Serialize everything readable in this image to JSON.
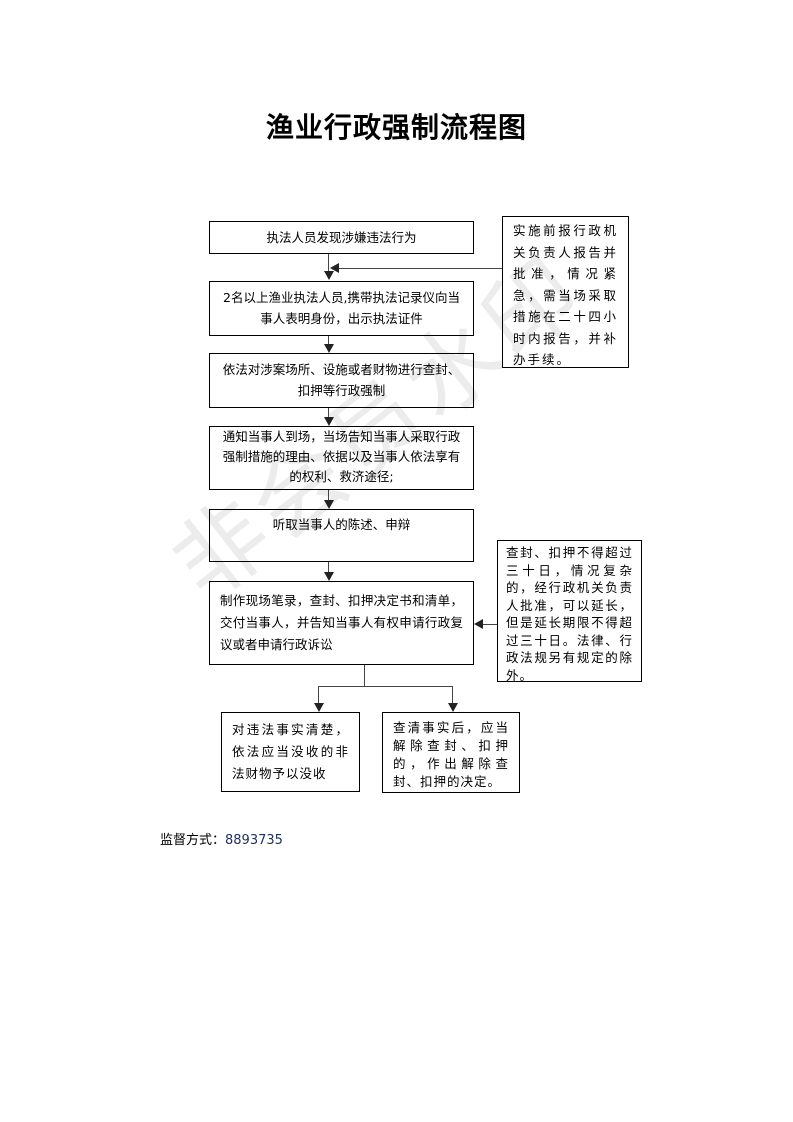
{
  "title": "渔业行政强制流程图",
  "watermark": "非会员水印",
  "steps": [
    {
      "text": "执法人员发现涉嫌违法行为"
    },
    {
      "text": "2名以上渔业执法人员,携带执法记录仪向当事人表明身份，出示执法证件"
    },
    {
      "text": "依法对涉案场所、设施或者财物进行查封、扣押等行政强制"
    },
    {
      "text": "通知当事人到场，当场告知当事人采取行政强制措施的理由、依据以及当事人依法享有的权利、救济途径;"
    },
    {
      "text": "听取当事人的陈述、申辩"
    },
    {
      "text": "制作现场笔录，查封、扣押决定书和清单，交付当事人，并告知当事人有权申请行政复议或者申请行政诉讼"
    }
  ],
  "side_notes": [
    {
      "text": "实施前报行政机关负责人报告并批准，情况紧急，需当场采取措施在二十四小时内报告，并补办手续。"
    },
    {
      "text": "查封、扣押不得超过三十日，情况复杂的，经行政机关负责人批准，可以延长，但是延长期限不得超过三十日。法律、行政法规另有规定的除外。"
    }
  ],
  "outcomes": [
    {
      "text": "对违法事实清楚，依法应当没收的非法财物予以没收"
    },
    {
      "text": "查清事实后，应当解除查封、扣押的，作出解除查封、扣押的决定。"
    }
  ],
  "footer": {
    "label": "监督方式：",
    "value": "8893735"
  }
}
